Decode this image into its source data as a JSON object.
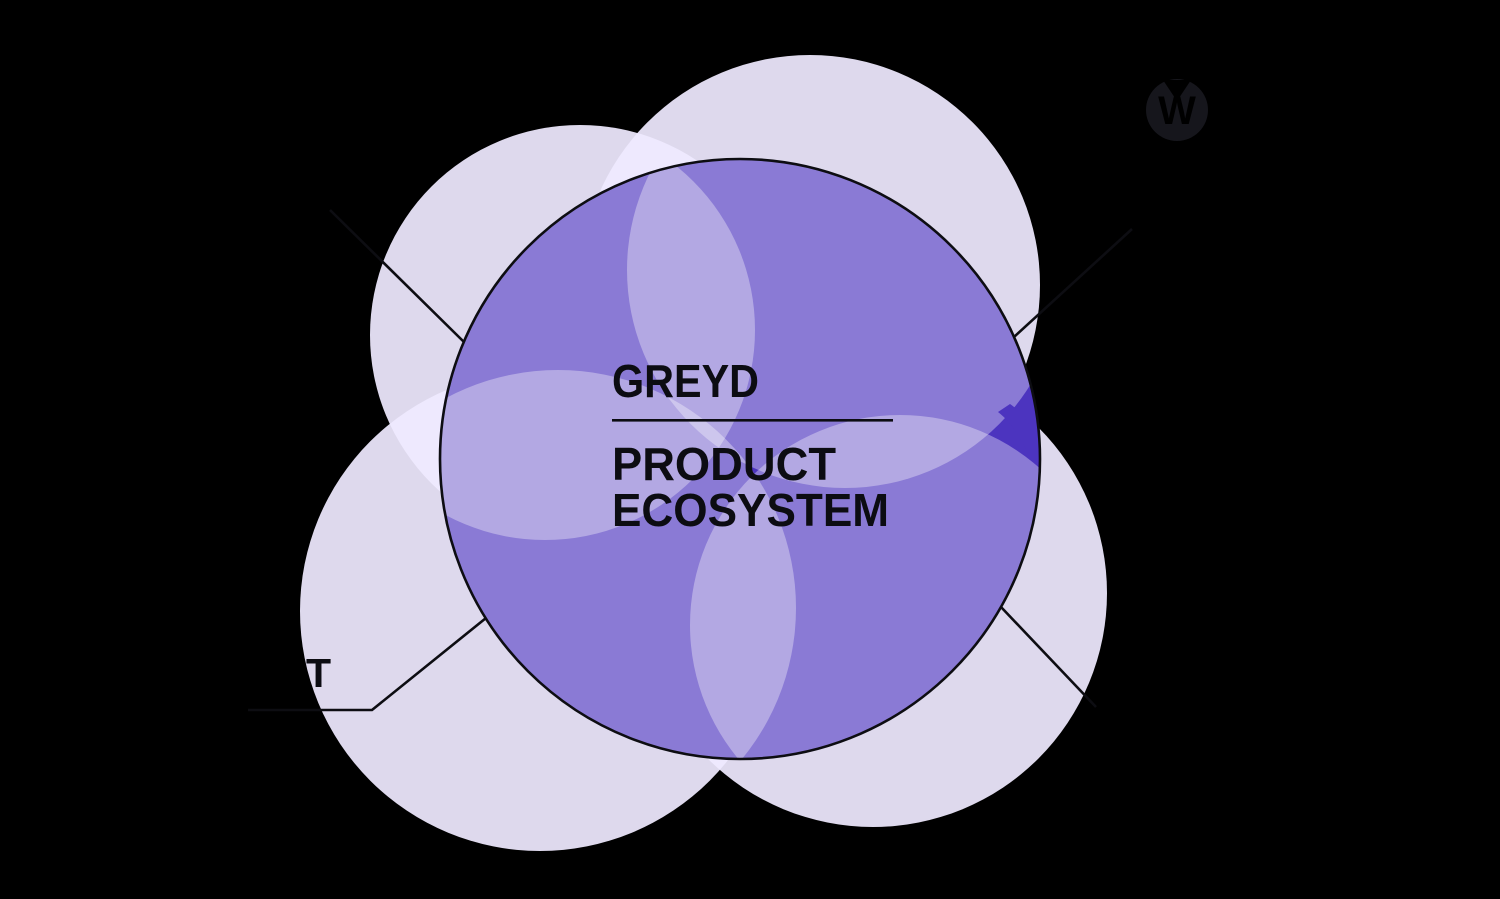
{
  "page": {
    "background": "#000000"
  },
  "diagram": {
    "center_label": {
      "brand": "GREYD",
      "line2": "PRODUCT",
      "line3": "ECOSYSTEM"
    },
    "partial_label_fragment": "T",
    "wordpress_logo": {
      "glyph": "W"
    },
    "colors": {
      "petal": "#EFEAFF",
      "central_base": "#4C34BF",
      "outline": "#0D0D12",
      "text": "#0C0C12",
      "wp_disc": "#16161C",
      "wp_glyph": "#000000"
    }
  }
}
